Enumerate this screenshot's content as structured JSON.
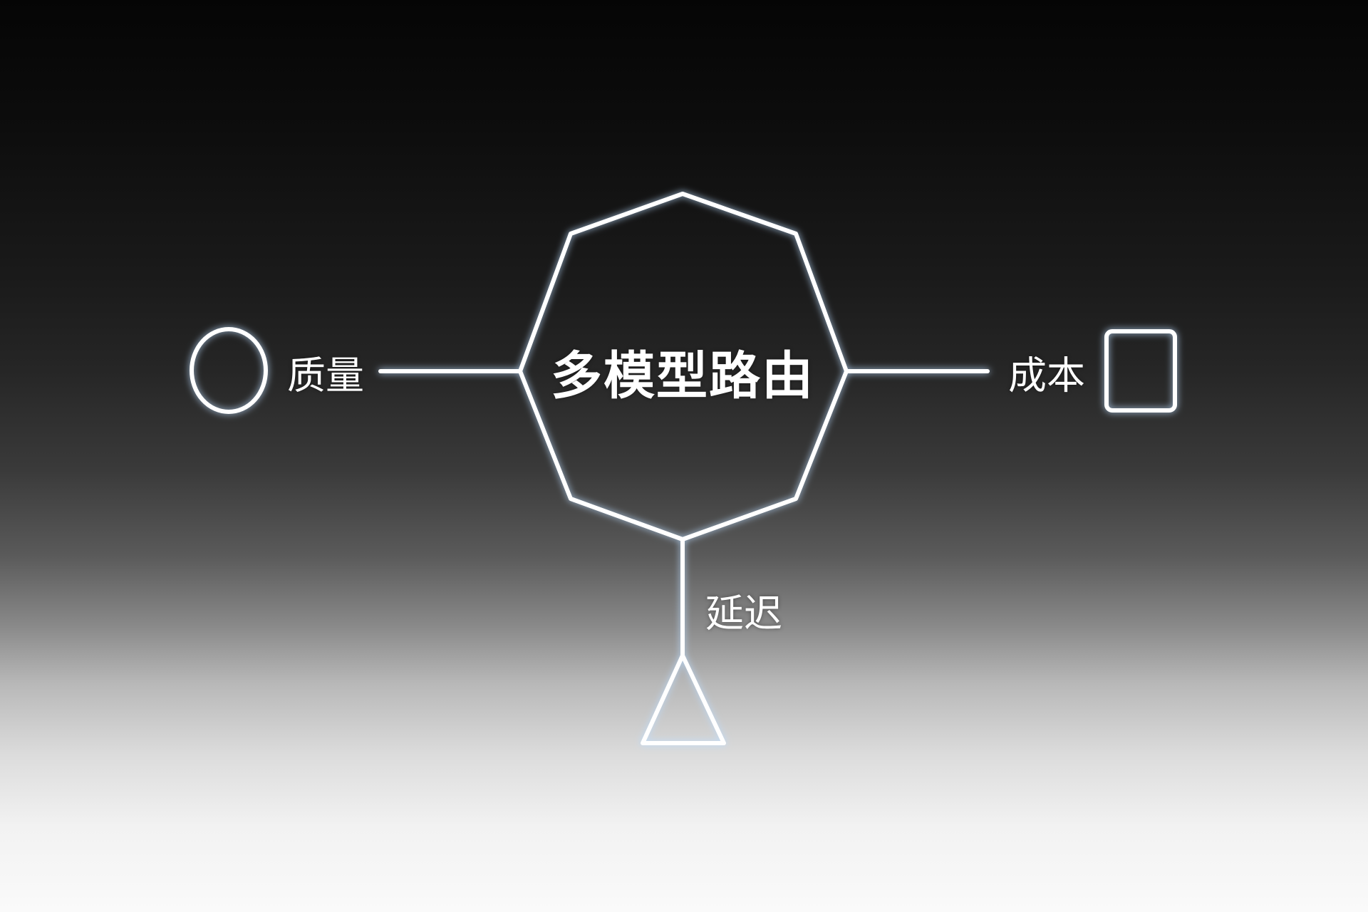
{
  "diagram": {
    "title": "多模型路由",
    "nodes": [
      {
        "id": "quality",
        "label": "质量",
        "shape": "circle-icon",
        "position": "left"
      },
      {
        "id": "cost",
        "label": "成本",
        "shape": "square-icon",
        "position": "right"
      },
      {
        "id": "latency",
        "label": "延迟",
        "shape": "triangle-icon",
        "position": "bottom"
      }
    ],
    "center_shape": "octagon-icon",
    "colors": {
      "stroke": "#ffffff",
      "glow": "#7fb4ff",
      "background_top": "#050505",
      "background_bottom": "#fafafa"
    }
  }
}
